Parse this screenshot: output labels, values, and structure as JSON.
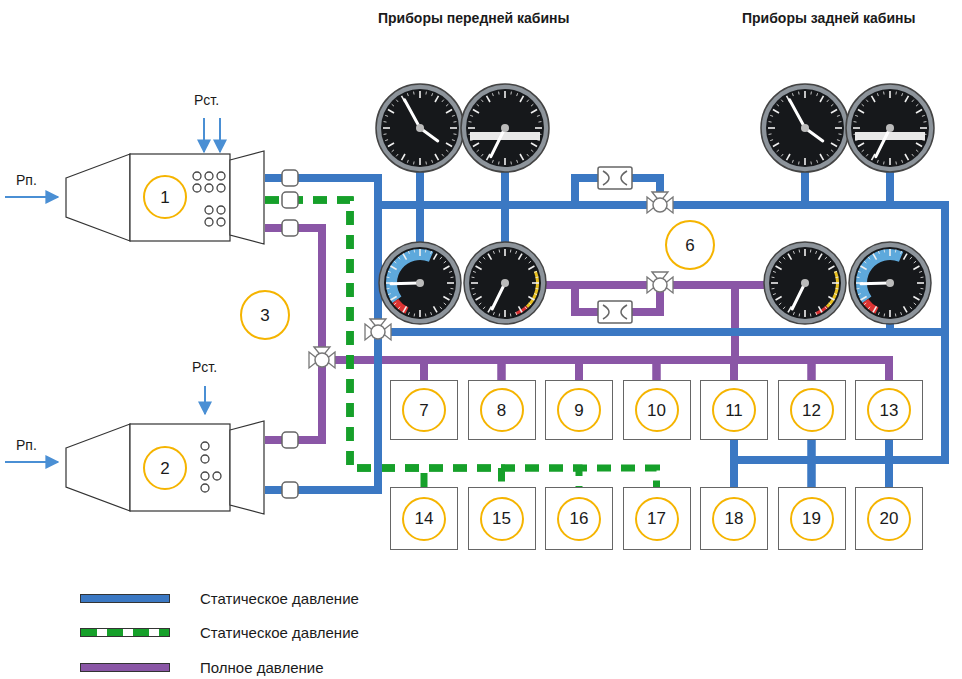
{
  "diagram": {
    "nodes": [
      {
        "text": [
          "1"
        ]
      },
      {
        "text": [
          "3"
        ]
      },
      {
        "text": [
          "2"
        ]
      },
      {
        "text": [
          "6"
        ]
      },
      {
        "text": [
          "7"
        ]
      },
      {
        "text": [
          "8"
        ]
      },
      {
        "text": [
          "9"
        ]
      },
      {
        "text": [
          "10"
        ]
      },
      {
        "text": [
          "11"
        ]
      },
      {
        "text": [
          "12"
        ]
      },
      {
        "text": [
          "13"
        ]
      },
      {
        "text": [
          "14"
        ]
      },
      {
        "text": [
          "15"
        ]
      },
      {
        "text": [
          "16"
        ]
      },
      {
        "text": [
          "17"
        ]
      },
      {
        "text": [
          "18"
        ]
      },
      {
        "text": [
          "19"
        ]
      },
      {
        "text": [
          "20"
        ]
      }
    ],
    "edges": [
      {
        "from": 0,
        "to": 4,
        "arrow": "none"
      },
      {
        "from": 0,
        "to": 5,
        "arrow": "none"
      },
      {
        "from": 0,
        "to": 6,
        "arrow": "none"
      },
      {
        "from": 0,
        "to": 7,
        "arrow": "none"
      },
      {
        "from": 0,
        "to": 8,
        "arrow": "none"
      },
      {
        "from": 0,
        "to": 9,
        "arrow": "none"
      },
      {
        "from": 0,
        "to": 10,
        "arrow": "none"
      },
      {
        "from": 2,
        "to": 4,
        "arrow": "none"
      },
      {
        "from": 2,
        "to": 5,
        "arrow": "none"
      },
      {
        "from": 2,
        "to": 6,
        "arrow": "none"
      },
      {
        "from": 2,
        "to": 7,
        "arrow": "none"
      },
      {
        "from": 2,
        "to": 8,
        "arrow": "none"
      },
      {
        "from": 2,
        "to": 9,
        "arrow": "none"
      },
      {
        "from": 2,
        "to": 10,
        "arrow": "none"
      },
      {
        "from": 0,
        "to": 11,
        "arrow": "none"
      },
      {
        "from": 0,
        "to": 12,
        "arrow": "none"
      },
      {
        "from": 0,
        "to": 13,
        "arrow": "none"
      },
      {
        "from": 0,
        "to": 14,
        "arrow": "none"
      },
      {
        "from": 0,
        "to": 8,
        "arrow": "none"
      },
      {
        "from": 0,
        "to": 9,
        "arrow": "none"
      },
      {
        "from": 0,
        "to": 10,
        "arrow": "none"
      },
      {
        "from": 0,
        "to": 15,
        "arrow": "none"
      },
      {
        "from": 0,
        "to": 16,
        "arrow": "none"
      },
      {
        "from": 0,
        "to": 17,
        "arrow": "none"
      },
      {
        "from": 2,
        "to": 8,
        "arrow": "none"
      },
      {
        "from": 2,
        "to": 9,
        "arrow": "none"
      },
      {
        "from": 2,
        "to": 10,
        "arrow": "none"
      },
      {
        "from": 2,
        "to": 15,
        "arrow": "none"
      },
      {
        "from": 2,
        "to": 16,
        "arrow": "none"
      },
      {
        "from": 2,
        "to": 17,
        "arrow": "none"
      }
    ],
    "labels": [
      "Приборы передней кабины",
      "Приборы задней кабины",
      "Рст.",
      "Рп.",
      "Рст.",
      "Рп."
    ],
    "legend": [
      {
        "text": "Статическое давление",
        "color": "#3b78c3"
      },
      {
        "text": "Статическое давление"
      },
      {
        "text": "Полное давление",
        "color": "#8a56a6"
      }
    ]
  }
}
